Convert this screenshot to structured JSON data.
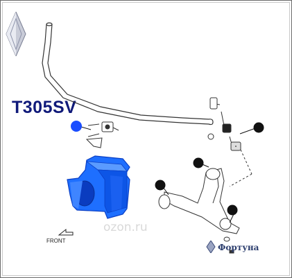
{
  "diagram": {
    "part_code": "T305SV",
    "watermark": "ozon.ru",
    "front_label": "FRONT",
    "brand_name": "Фортуна",
    "colors": {
      "part_blue": "#1e6fff",
      "part_blue_dark": "#0b3fc4",
      "callout_blue": "#1a4dff",
      "line": "#333333",
      "code_text": "#101a7a"
    },
    "icons": [
      "diamond-logo-icon",
      "front-arrow-icon",
      "brand-diamond-icon"
    ]
  }
}
